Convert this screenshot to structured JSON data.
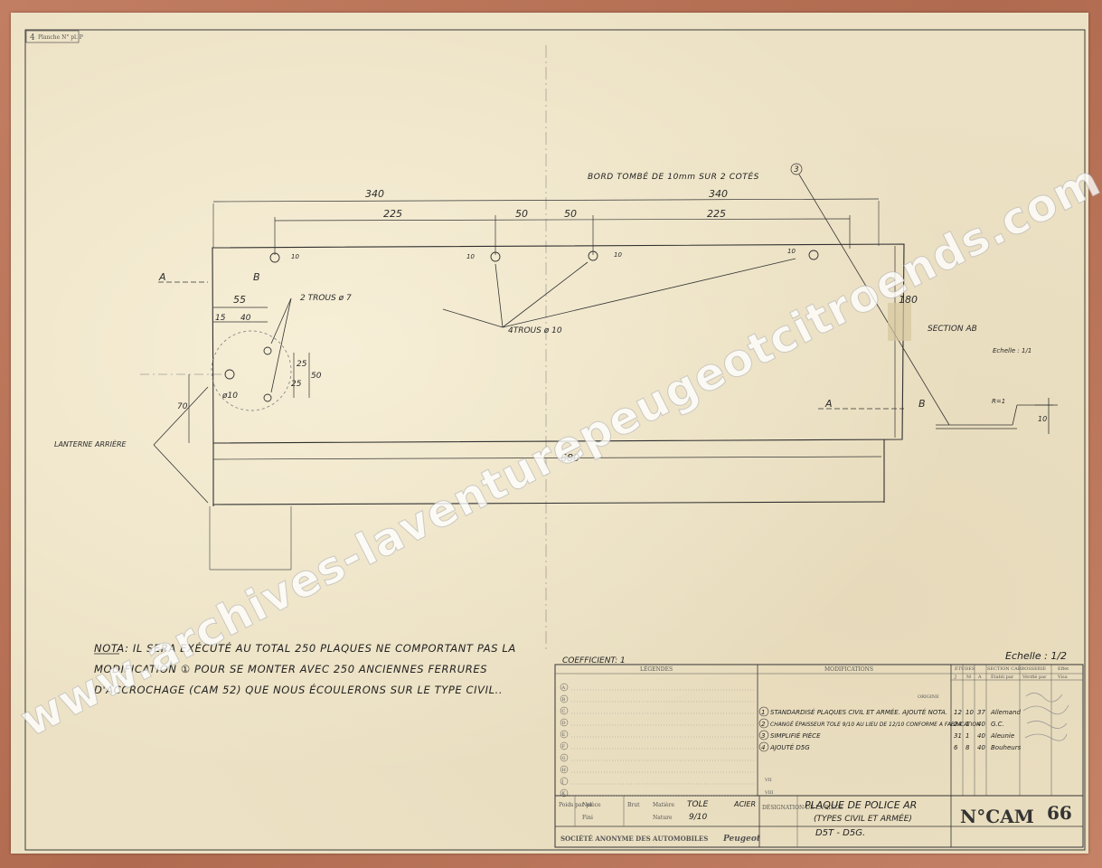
{
  "corner": {
    "number": "4",
    "plate_label": "Planche N° pl. P"
  },
  "header_note": "BORD TOMBÉ DE 10mm SUR 2 COTÉS",
  "dimensions": {
    "half_left": "340",
    "half_right": "340",
    "d225_left": "225",
    "d50_left": "50",
    "d50_right": "50",
    "d225_right": "225",
    "d10_a": "10",
    "d10_b": "10",
    "d10_c": "10",
    "d10_d": "10",
    "d55": "55",
    "d15": "15",
    "d40": "40",
    "d25_a": "25",
    "d25_b": "25",
    "d50_v": "50",
    "dia10": "ø10",
    "d70": "70",
    "d180": "180",
    "d680": "680"
  },
  "labels": {
    "two_holes": "2 TROUS ø 7",
    "four_holes": "4TROUS ø 10",
    "section_a_left": "A",
    "section_b_left": "B",
    "section_a_right": "A",
    "section_b_right": "B",
    "lanterne": "LANTERNE ARRIÈRE",
    "section_ab": "SECTION AB",
    "section_scale": "Echelle : 1/1",
    "mark_3": "3",
    "section_dim_10": "10",
    "section_dim_r": "R=1"
  },
  "nota": [
    "NOTA: IL SERA EXÉCUTÉ AU TOTAL 250 PLAQUES NE COMPORTANT PAS LA",
    "MODIFICATION ① POUR SE MONTER AVEC 250 ANCIENNES FERRURES",
    "D'ACCROCHAGE (CAM 52) QUE NOUS ÉCOULERONS SUR LE TYPE CIVIL.."
  ],
  "title_block": {
    "coefficient": "COEFFICIENT: 1",
    "scale": "Echelle : 1/2",
    "legendes_header": "LÉGENDES",
    "modifications_header": "MODIFICATIONS",
    "etudes_header": "ÉTUDES",
    "section_header": "SECTION CARROSSERIE",
    "effet_header": "Effet",
    "legend_letters": [
      "A",
      "B",
      "C",
      "D",
      "E",
      "F",
      "G",
      "H",
      "J",
      "K"
    ],
    "col_headers": [
      "J",
      "M",
      "A",
      "Établi par",
      "Vérifié par",
      "Visa"
    ],
    "origine": "ORIGINE",
    "roman_vii": "VII",
    "roman_viii": "VIII",
    "modifications": [
      {
        "num": "1",
        "text": "STANDARDISÉ PLAQUES CIVIL ET ARMÉE. AJOUTÉ NOTA.",
        "j": "12",
        "m": "10",
        "a": "37",
        "by": "Allemand"
      },
      {
        "num": "2",
        "text": "CHANGÉ ÉPAISSEUR TOLE 9/10 AU LIEU DE 12/10 CONFORME A FABRICATION",
        "j": "24",
        "m": "1",
        "a": "40",
        "by": "G.C."
      },
      {
        "num": "3",
        "text": "SIMPLIFIÉ PIÈCE",
        "j": "31",
        "m": "1",
        "a": "40",
        "by": "Aleunie"
      },
      {
        "num": "4",
        "text": "AJOUTÉ D5G",
        "j": "6",
        "m": "8",
        "a": "40",
        "by": "Bouheurs"
      }
    ],
    "poids_label": "Poids par pièce",
    "net_label": "Net",
    "fini_label": "Fini",
    "brut_label": "Brut",
    "matiere_label": "Matière",
    "nature_label": "Nature",
    "matiere_value": "TOLE",
    "acier": "ACIER",
    "nature_value": "9/10",
    "designation_label": "DÉSIGNATION DE LA PIÈCE",
    "title_line1": "PLAQUE DE POLICE AR",
    "title_line2": "(TYPES CIVIL ET ARMÉE)",
    "title_line3": "D5T - D5G.",
    "company": "SOCIÉTÉ ANONYME DES AUTOMOBILES",
    "brand": "Peugeot",
    "n_label": "N°CAM",
    "drawing_number": "66"
  },
  "watermark": "www.archives-laventurepeugeotcitroends.com"
}
